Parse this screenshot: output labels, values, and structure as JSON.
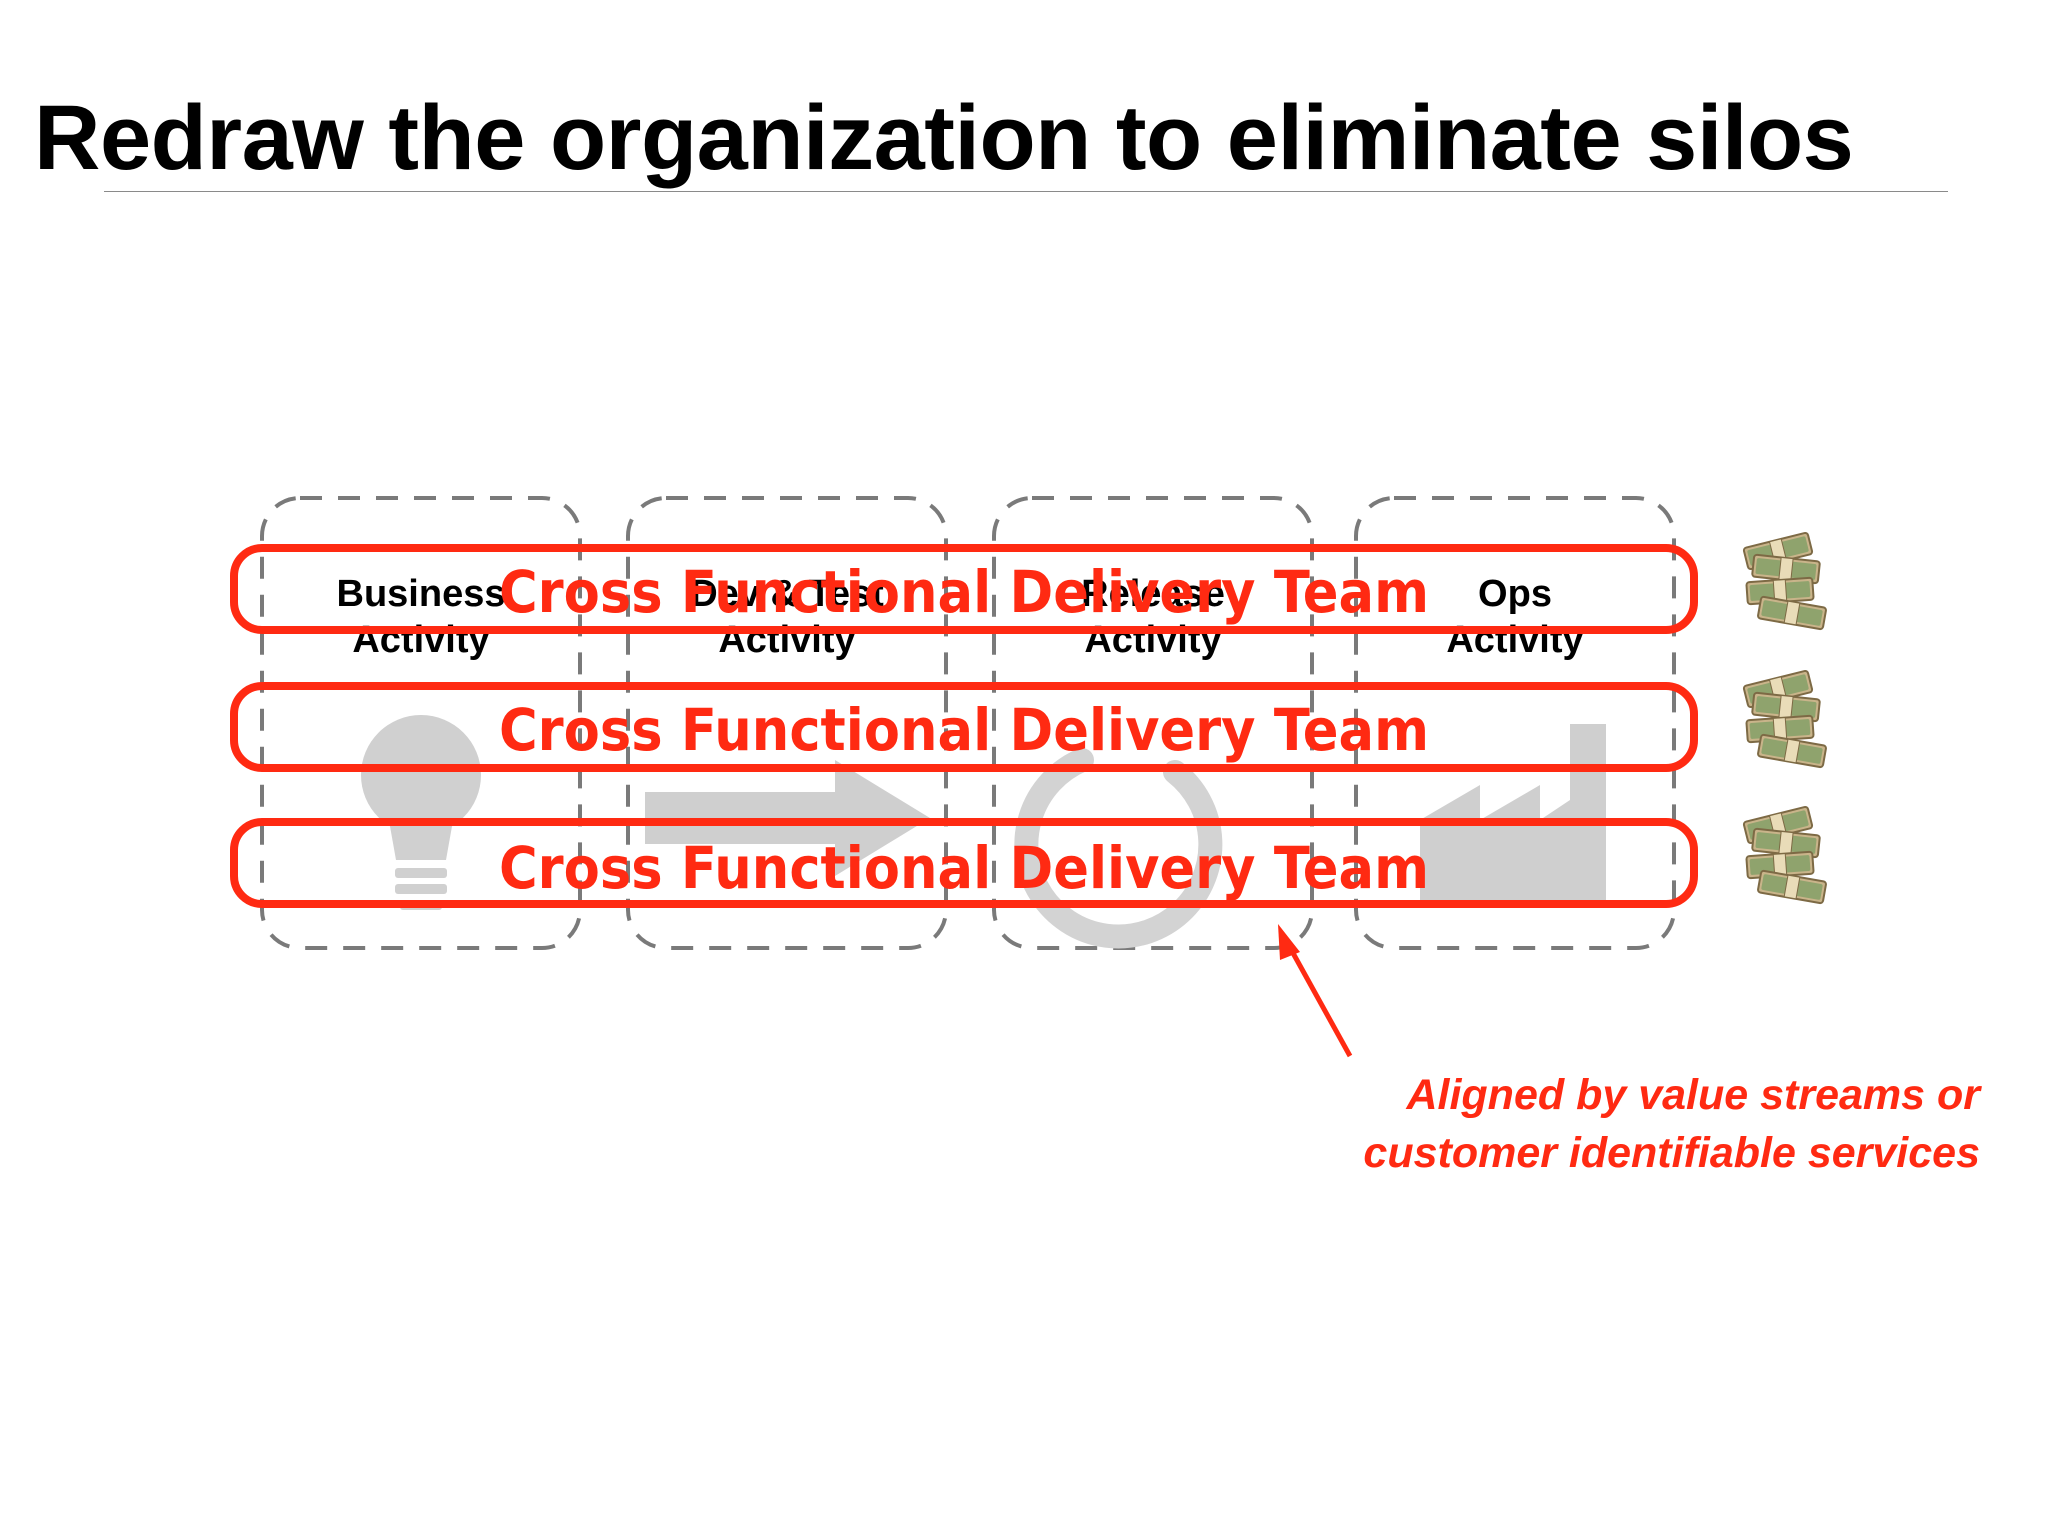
{
  "slide": {
    "title": "Redraw the organization to eliminate silos"
  },
  "silos": [
    {
      "line1": "Business",
      "line2": "Activity",
      "icon": "lightbulb-icon"
    },
    {
      "line1": "Dev & Test",
      "line2": "Activity",
      "icon": "arrow-right-icon"
    },
    {
      "line1": "Release",
      "line2": "Activity",
      "icon": "power-icon"
    },
    {
      "line1": "Ops",
      "line2": "Activity",
      "icon": "factory-icon"
    }
  ],
  "teams": [
    {
      "label": "Cross Functional Delivery Team",
      "icon": "money-stack-icon"
    },
    {
      "label": "Cross Functional Delivery Team",
      "icon": "money-stack-icon"
    },
    {
      "label": "Cross Functional Delivery Team",
      "icon": "money-stack-icon"
    }
  ],
  "callout": {
    "line1": "Aligned by value streams or",
    "line2": "customer identifiable services"
  },
  "colors": {
    "accent": "#ff2a12",
    "silo_border": "#7a7a7a",
    "silo_icon": "#d0d0d0",
    "money_green": "#6f8a55",
    "money_tan": "#c9b48a"
  }
}
